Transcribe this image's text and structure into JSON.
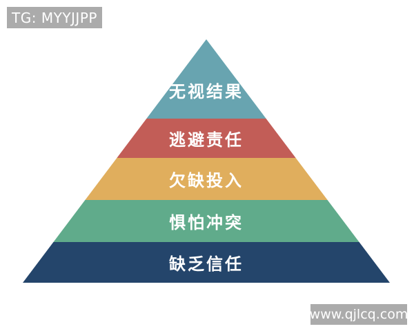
{
  "watermarks": {
    "top_left": {
      "label": "TG: MYYJJPP"
    },
    "bottom_right": {
      "label": "www.qjlcq.com"
    }
  },
  "pyramid": {
    "description": "five-level pyramid diagram, apex at top",
    "levels": [
      {
        "label": "无视结果",
        "meaning": "inattention to results",
        "color": "#68a4b0",
        "position": "top"
      },
      {
        "label": "逃避责任",
        "meaning": "avoidance of accountability",
        "color": "#c25d57",
        "position": "second"
      },
      {
        "label": "欠缺投入",
        "meaning": "lack of commitment",
        "color": "#e0ae5d",
        "position": "third"
      },
      {
        "label": "惧怕冲突",
        "meaning": "fear of conflict",
        "color": "#60ab8b",
        "position": "fourth"
      },
      {
        "label": "缺乏信任",
        "meaning": "absence of trust",
        "color": "#24456b",
        "position": "base"
      }
    ]
  },
  "colors": {
    "background": "#ffffff",
    "watermark_bg": "#ababab",
    "watermark_text": "#ffffff",
    "label_text": "#ffffff"
  }
}
